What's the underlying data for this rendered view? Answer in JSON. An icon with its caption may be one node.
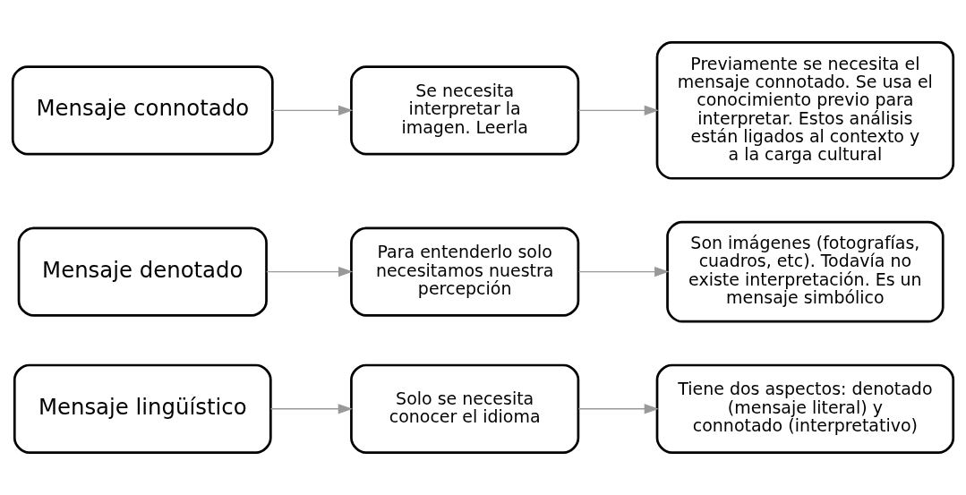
{
  "diagram": {
    "nodes": [
      {
        "text": [
          "Mensaje lingüístico"
        ]
      },
      {
        "text": [
          "Solo se necesita conocer el idioma"
        ]
      },
      {
        "text": [
          "Tiene dos aspectos: denotado (mensaje literal) y connotado (interpretativo)"
        ]
      },
      {
        "text": [
          "Mensaje denotado"
        ]
      },
      {
        "text": [
          "Para entenderlo solo necesitamos nuestra percepción"
        ]
      },
      {
        "text": [
          "Son imágenes (fotografías, cuadros, etc). Todavía no existe interpretación. Es un mensaje simbólico"
        ]
      },
      {
        "text": [
          "Mensaje connotado"
        ]
      },
      {
        "text": [
          "Se necesita interpretar la imagen. Leerla"
        ]
      },
      {
        "text": [
          "Previamente se necesita el mensaje connotado. Se usa el conocimiento previo para interpretar. Estos análisis están ligados al contexto y a la carga cultural"
        ]
      }
    ],
    "edges": [
      {
        "from": 0,
        "to": 1,
        "arrow": "to"
      },
      {
        "from": 1,
        "to": 2,
        "arrow": "to"
      },
      {
        "from": 3,
        "to": 4,
        "arrow": "to"
      },
      {
        "from": 4,
        "to": 5,
        "arrow": "to"
      },
      {
        "from": 6,
        "to": 7,
        "arrow": "to"
      },
      {
        "from": 7,
        "to": 8,
        "arrow": "to"
      }
    ]
  }
}
